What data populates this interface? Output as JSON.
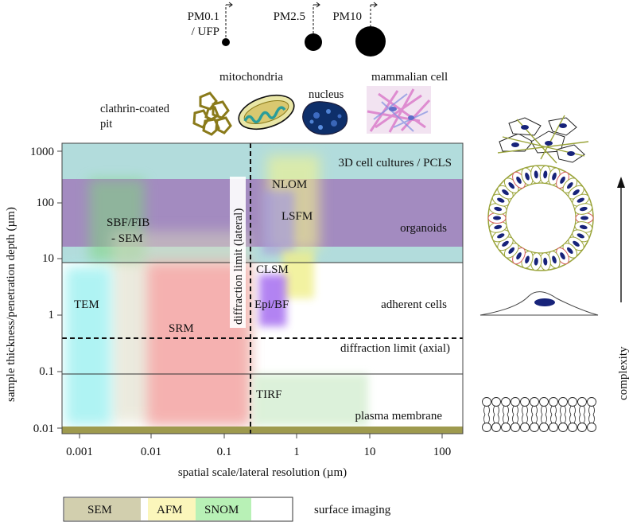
{
  "particles": [
    {
      "label": "PM0.1",
      "label2": "/ UFP"
    },
    {
      "label": "PM2.5"
    },
    {
      "label": "PM10"
    }
  ],
  "structures": {
    "clathrin_line1": "clathrin-coated",
    "clathrin_line2": "pit",
    "mitochondria": "mitochondria",
    "nucleus": "nucleus",
    "mammalian_cell": "mammalian cell"
  },
  "axes": {
    "ylabel": "sample thickness/penetration depth (µm)",
    "xlabel": "spatial scale/lateral resolution (µm)",
    "yticks": [
      "1000",
      "100",
      "10",
      "1",
      "0.1",
      "0.01"
    ],
    "xticks": [
      "0.001",
      "0.01",
      "0.1",
      "1",
      "10",
      "100"
    ]
  },
  "bands": {
    "cultures": "3D cell cultures / PCLS",
    "organoids": "organoids",
    "adherent": "adherent cells",
    "membrane": "plasma membrane"
  },
  "methods": {
    "sbf_line1": "SBF/FIB",
    "sbf_line2": "- SEM",
    "nlom": "NLOM",
    "lsfm": "LSFM",
    "clsm": "CLSM",
    "epibf": "Epi/BF",
    "tem": "TEM",
    "srm": "SRM",
    "tirf": "TIRF"
  },
  "limits": {
    "lateral": "diffraction limit (lateral)",
    "axial": "diffraction limit (axial)"
  },
  "complexity": "complexity",
  "legend": {
    "items": [
      {
        "label": "SEM",
        "color": "#d2cfae"
      },
      {
        "label": "AFM",
        "color": "#fbf6bb"
      },
      {
        "label": "SNOM",
        "color": "#b8f1b6"
      }
    ],
    "caption": "surface imaging"
  }
}
